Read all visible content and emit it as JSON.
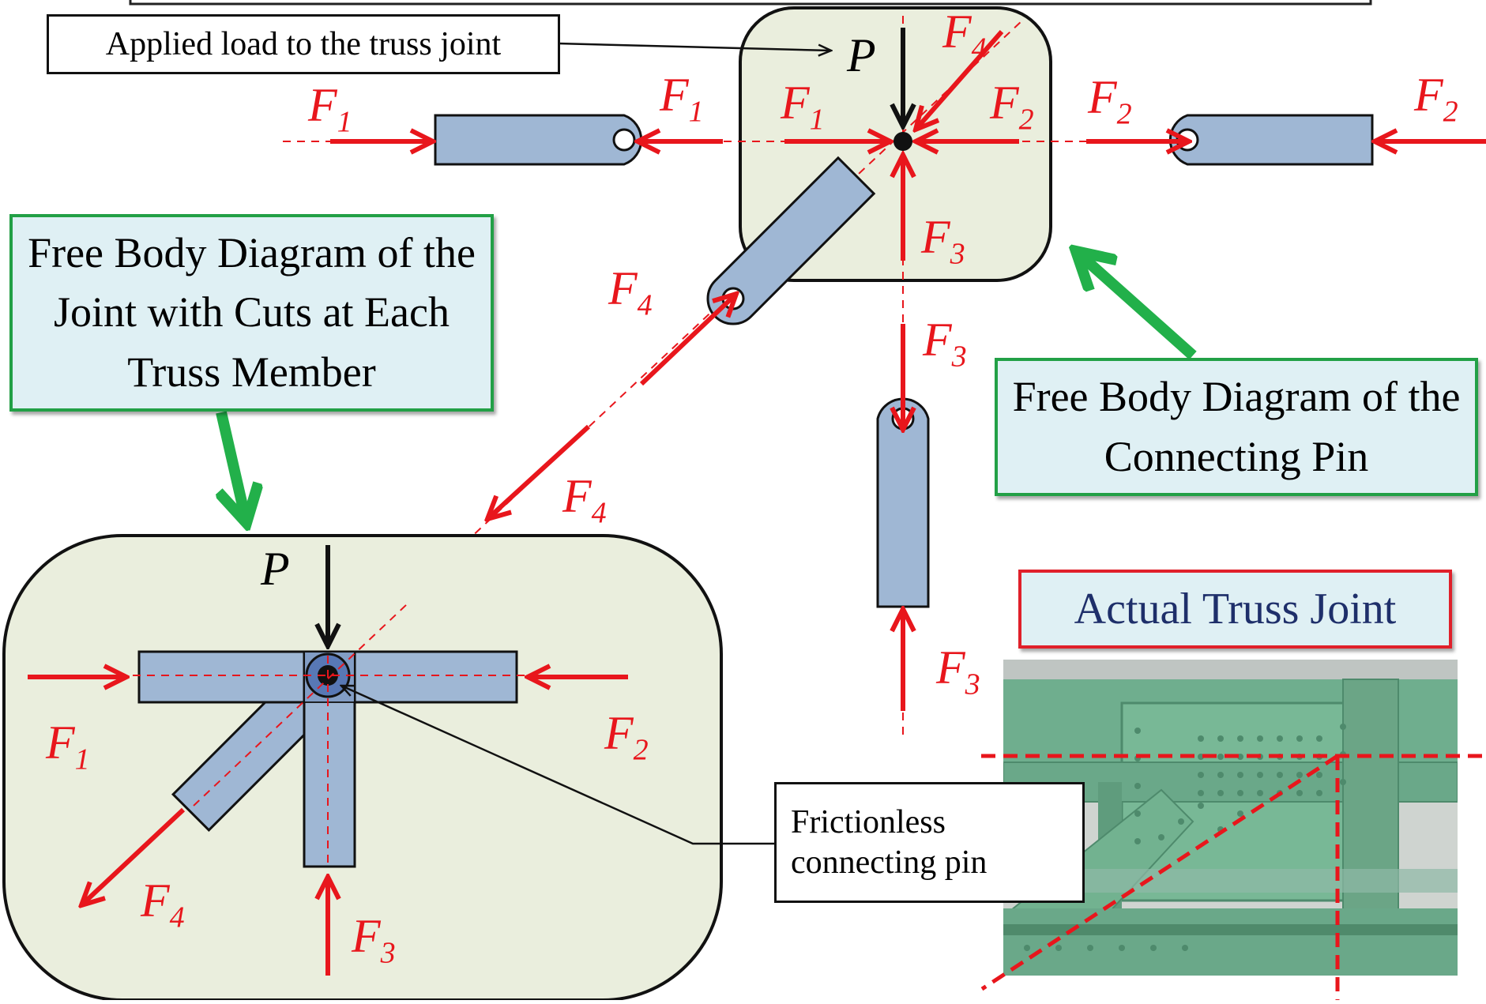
{
  "callouts": {
    "applied_load": "Applied load to the truss joint",
    "frictionless_pin": "Frictionless connecting pin"
  },
  "labels": {
    "fbd_joint": "Free Body Diagram of the Joint with Cuts at Each Truss Member",
    "fbd_pin": "Free Body Diagram of the Connecting Pin",
    "actual_joint": "Actual Truss Joint"
  },
  "forces": {
    "p": "P",
    "f": "F",
    "s1": "1",
    "s2": "2",
    "s3": "3",
    "s4": "4"
  },
  "colors": {
    "force_red": "#e8161c",
    "member_blue": "#9fb7d4",
    "panel_green": "#eaeedd",
    "label_border_green": "#22a046",
    "label_border_red": "#e0202a",
    "label_fill": "#dff0f4",
    "steel_green": "#6fae8e"
  }
}
